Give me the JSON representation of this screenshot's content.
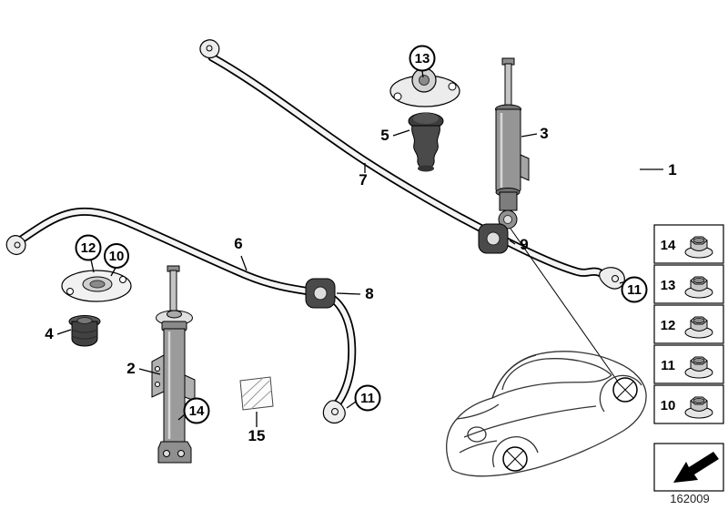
{
  "diagram": {
    "number": "162009"
  },
  "callouts": {
    "item1": "1",
    "item2": "2",
    "item3": "3",
    "item4": "4",
    "item5": "5",
    "item6": "6",
    "item7": "7",
    "item8": "8",
    "item9": "9",
    "item10": "10",
    "item11_front": "11",
    "item11_rear": "11",
    "item12": "12",
    "item13": "13",
    "item14": "14",
    "item15": "15"
  },
  "sidebar": {
    "items": [
      {
        "label": "14",
        "icon": "flange-nut"
      },
      {
        "label": "13",
        "icon": "flange-nut"
      },
      {
        "label": "12",
        "icon": "flange-nut"
      },
      {
        "label": "11",
        "icon": "flange-nut"
      },
      {
        "label": "10",
        "icon": "flange-nut"
      }
    ],
    "direction_box_icon": "installation-direction-arrow"
  },
  "colors": {
    "background": "#ffffff",
    "line": "#000000",
    "metal": "#959595",
    "rubber": "#474747"
  }
}
